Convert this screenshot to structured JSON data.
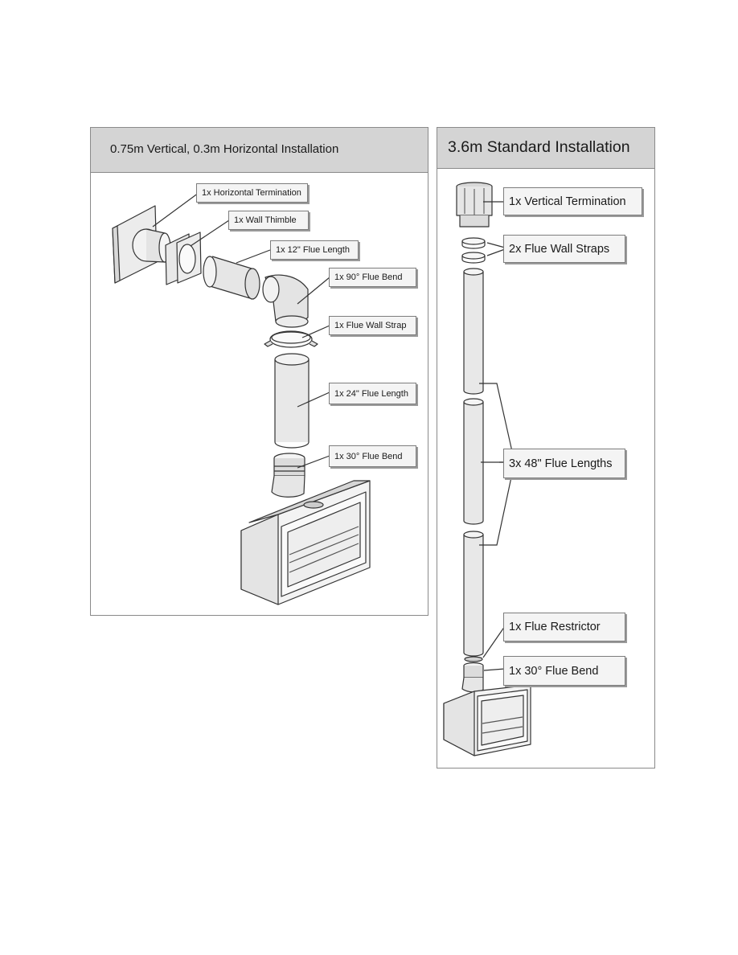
{
  "left_panel": {
    "title": "0.75m Vertical, 0.3m Horizontal Installation",
    "callouts": [
      {
        "id": "horizontal-termination",
        "label": "1x Horizontal Termination"
      },
      {
        "id": "wall-thimble",
        "label": "1x Wall Thimble"
      },
      {
        "id": "flue-length-12",
        "label": "1x 12\" Flue Length"
      },
      {
        "id": "flue-bend-90",
        "label": "1x 90° Flue Bend"
      },
      {
        "id": "flue-wall-strap",
        "label": "1x Flue Wall Strap"
      },
      {
        "id": "flue-length-24",
        "label": "1x 24\" Flue Length"
      },
      {
        "id": "flue-bend-30",
        "label": "1x 30° Flue Bend"
      }
    ]
  },
  "right_panel": {
    "title": "3.6m Standard Installation",
    "callouts": [
      {
        "id": "vertical-termination",
        "label": "1x Vertical Termination"
      },
      {
        "id": "flue-wall-straps",
        "label": "2x Flue Wall Straps"
      },
      {
        "id": "flue-lengths-48",
        "label": "3x 48\" Flue Lengths"
      },
      {
        "id": "flue-restrictor",
        "label": "1x Flue Restrictor"
      },
      {
        "id": "flue-bend-30",
        "label": "1x 30° Flue Bend"
      }
    ]
  },
  "colors": {
    "panel_header": "#d4d4d4",
    "panel_border": "#8a8a8a",
    "callout_fill": "#f4f4f4",
    "part_fill": "#ececec"
  }
}
